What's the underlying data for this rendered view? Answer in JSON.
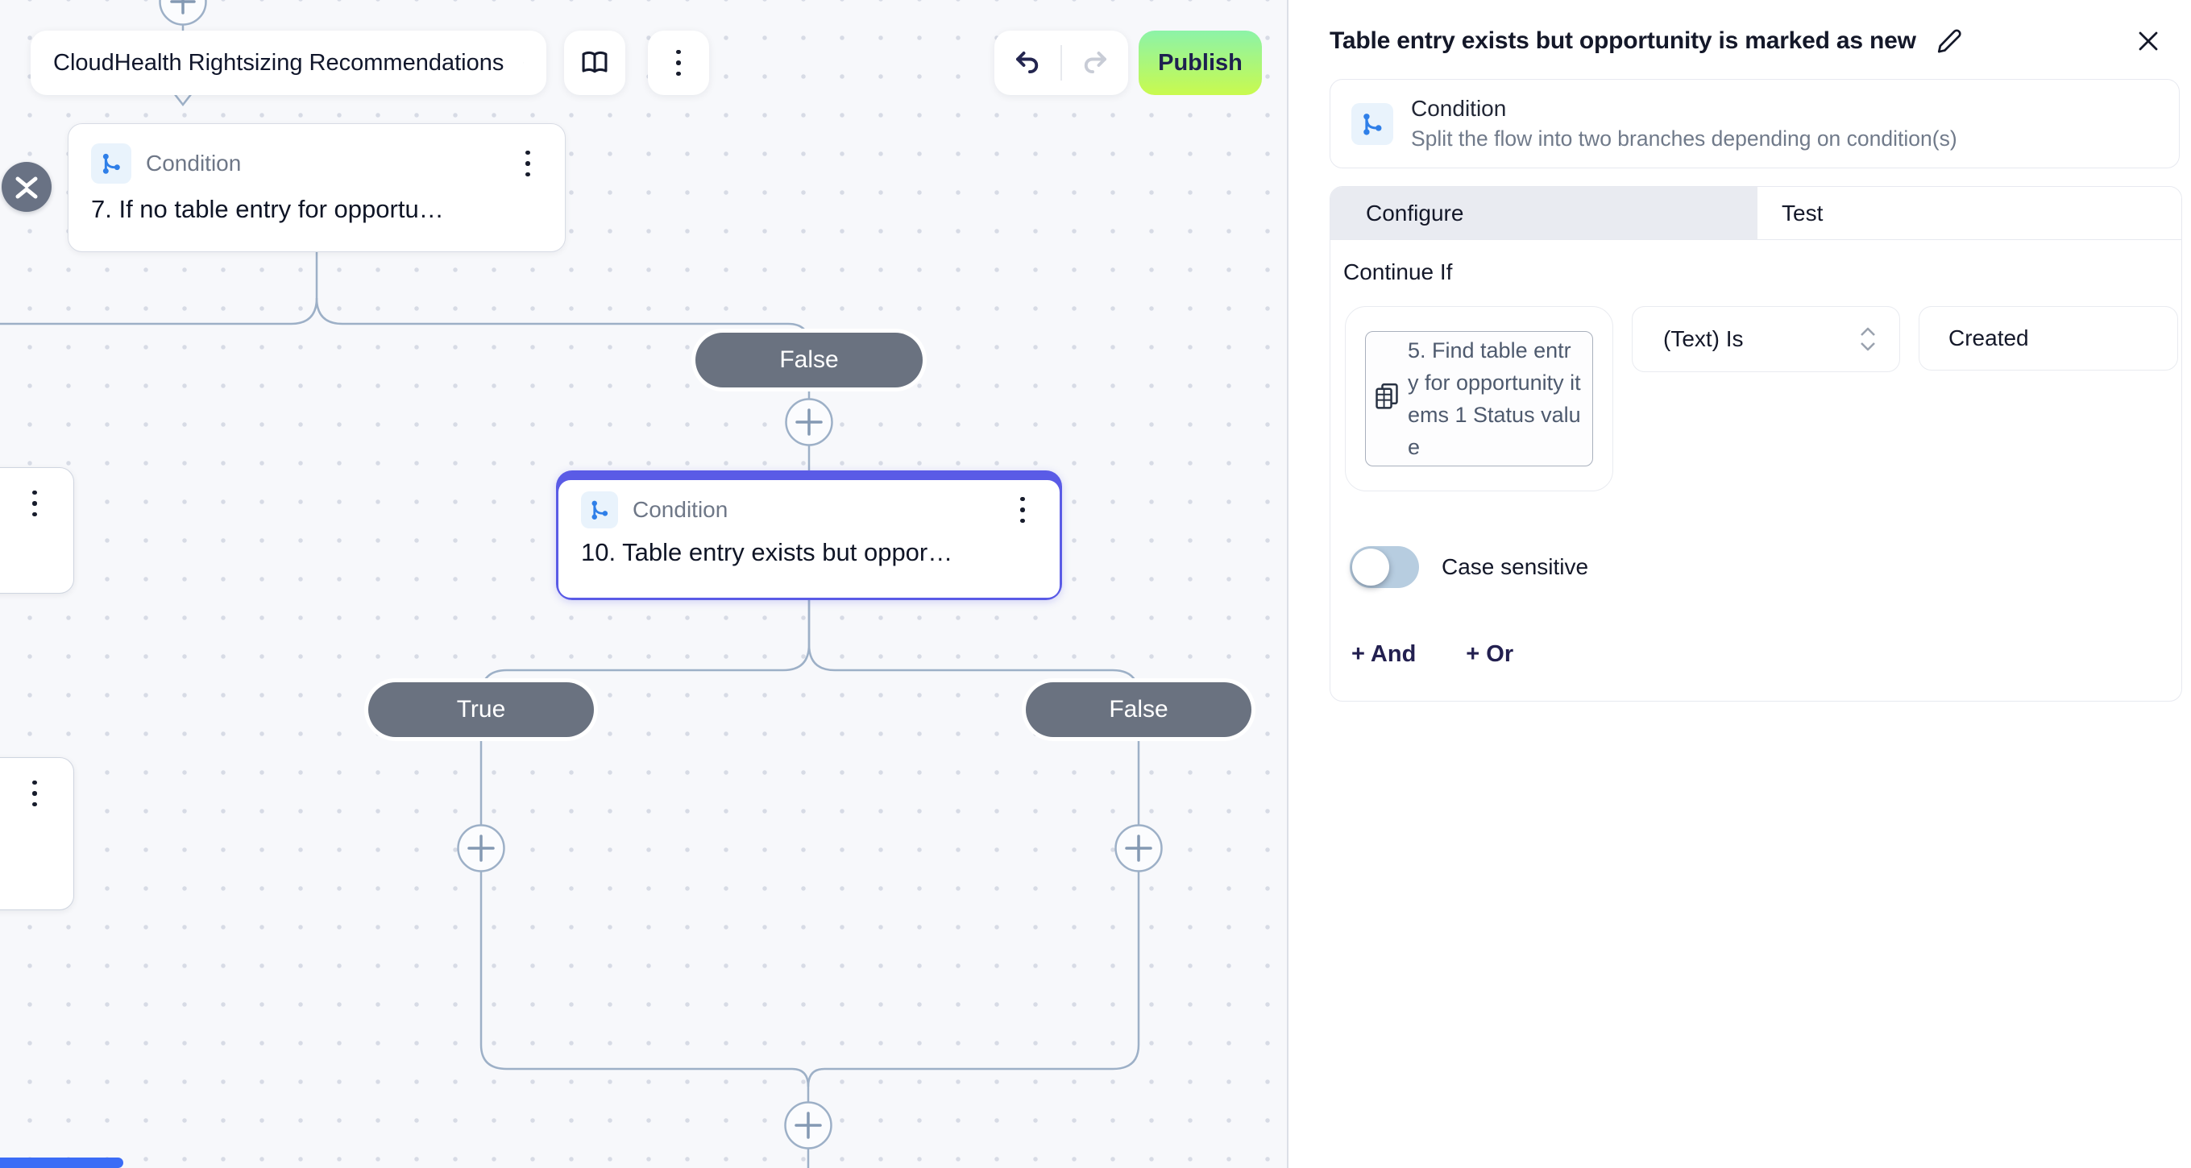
{
  "canvas": {
    "toolbar": {
      "recipe_name": "CloudHealth Rightsizing Recommendations",
      "publish_label": "Publish"
    },
    "nodes": [
      {
        "type_label": "Condition",
        "title": "7. If no table entry for opportu…"
      },
      {
        "type_label": "Condition",
        "title": "10. Table entry exists but oppor…"
      }
    ],
    "branch_labels": {
      "false_top": "False",
      "true_left": "True",
      "false_right": "False"
    }
  },
  "panel": {
    "title": "Table entry exists but opportunity is marked as new",
    "step_type": {
      "name": "Condition",
      "description": "Split the flow into two branches depending on condition(s)"
    },
    "tabs": [
      {
        "label": "Configure"
      },
      {
        "label": "Test"
      }
    ],
    "section_label": "Continue If",
    "condition": {
      "field_token": "5. Find table entry for opportunity items 1 Status value",
      "operator": "(Text) Is",
      "value": "Created"
    },
    "case_sensitive_label": "Case sensitive",
    "add_and_label": "+ And",
    "add_or_label": "+ Or"
  },
  "colors": {
    "accent_purple": "#5a5be6",
    "publish_green_top": "#8cf3a8",
    "publish_green_bottom": "#c9fa4e",
    "branch_pill_gray": "#6a7280",
    "edge_blue_gray": "#9db0c7",
    "condition_icon_blue": "#2f7fe8"
  }
}
